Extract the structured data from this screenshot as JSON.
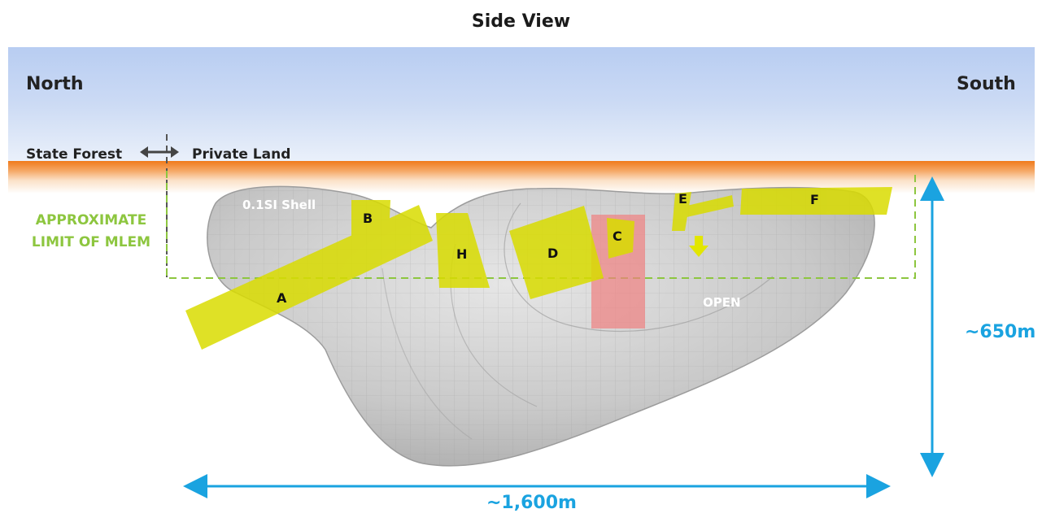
{
  "title": "Side View",
  "directions": {
    "north": "North",
    "south": "South"
  },
  "land": {
    "left": "State Forest",
    "right": "Private Land"
  },
  "mlem_label": "APPROXIMATE LIMIT OF MLEM",
  "shell_label": "0.1SI Shell",
  "open_label": "OPEN",
  "zones": [
    {
      "id": "A",
      "label": "A"
    },
    {
      "id": "B",
      "label": "B"
    },
    {
      "id": "C",
      "label": "C"
    },
    {
      "id": "D",
      "label": "D"
    },
    {
      "id": "E",
      "label": "E"
    },
    {
      "id": "F",
      "label": "F"
    },
    {
      "id": "H",
      "label": "H"
    }
  ],
  "dimensions": {
    "width": "~1,600m",
    "height": "~650m"
  },
  "colors": {
    "zone_fill": "#d9dc00",
    "zone_c_highlight": "#f08080",
    "mlem_limit": "#8dc63f",
    "dimension_arrows": "#1aa3e0",
    "ground": "#f07a1a"
  }
}
